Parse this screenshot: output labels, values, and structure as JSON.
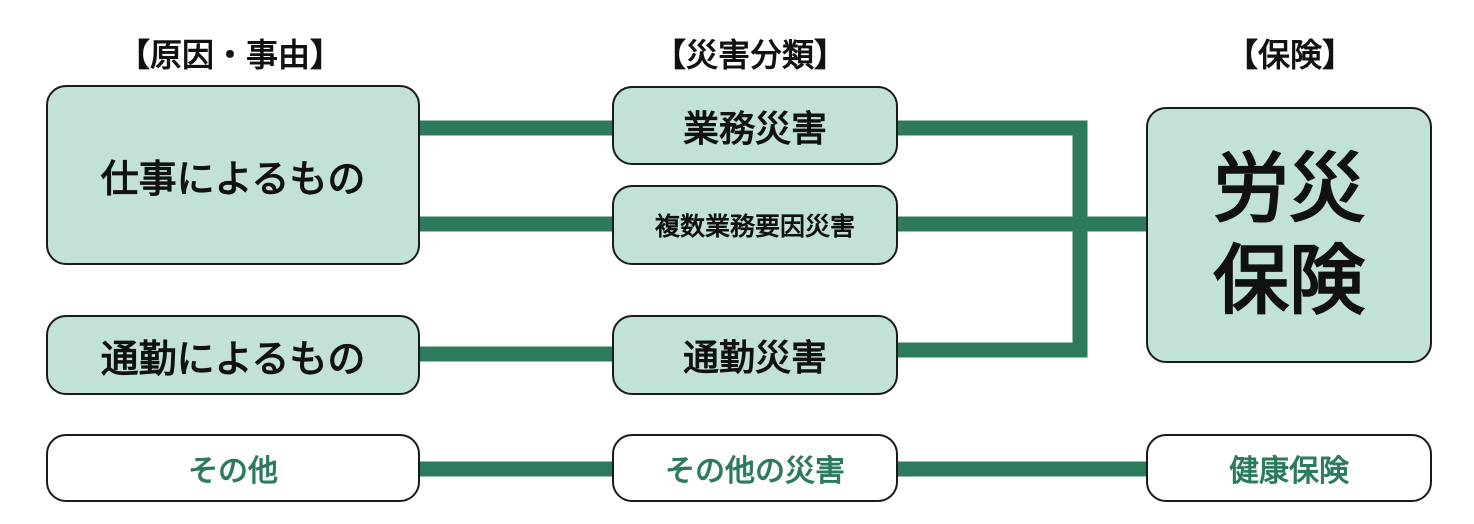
{
  "headers": {
    "cause": "【原因・事由】",
    "classification": "【災害分類】",
    "insurance": "【保険】"
  },
  "causes": {
    "work": "仕事によるもの",
    "commute": "通勤によるもの",
    "other": "その他"
  },
  "classifications": {
    "occupational": "業務災害",
    "multiple_work": "複数業務要因災害",
    "commuting": "通勤災害",
    "other": "その他の災害"
  },
  "insurance": {
    "workers_comp_line1": "労災",
    "workers_comp_line2": "保険",
    "health": "健康保険"
  },
  "colors": {
    "box_fill": "#c3e2d6",
    "connector": "#2e7a5c",
    "accent_text": "#2e7a5c",
    "border": "#1a1a1a"
  }
}
